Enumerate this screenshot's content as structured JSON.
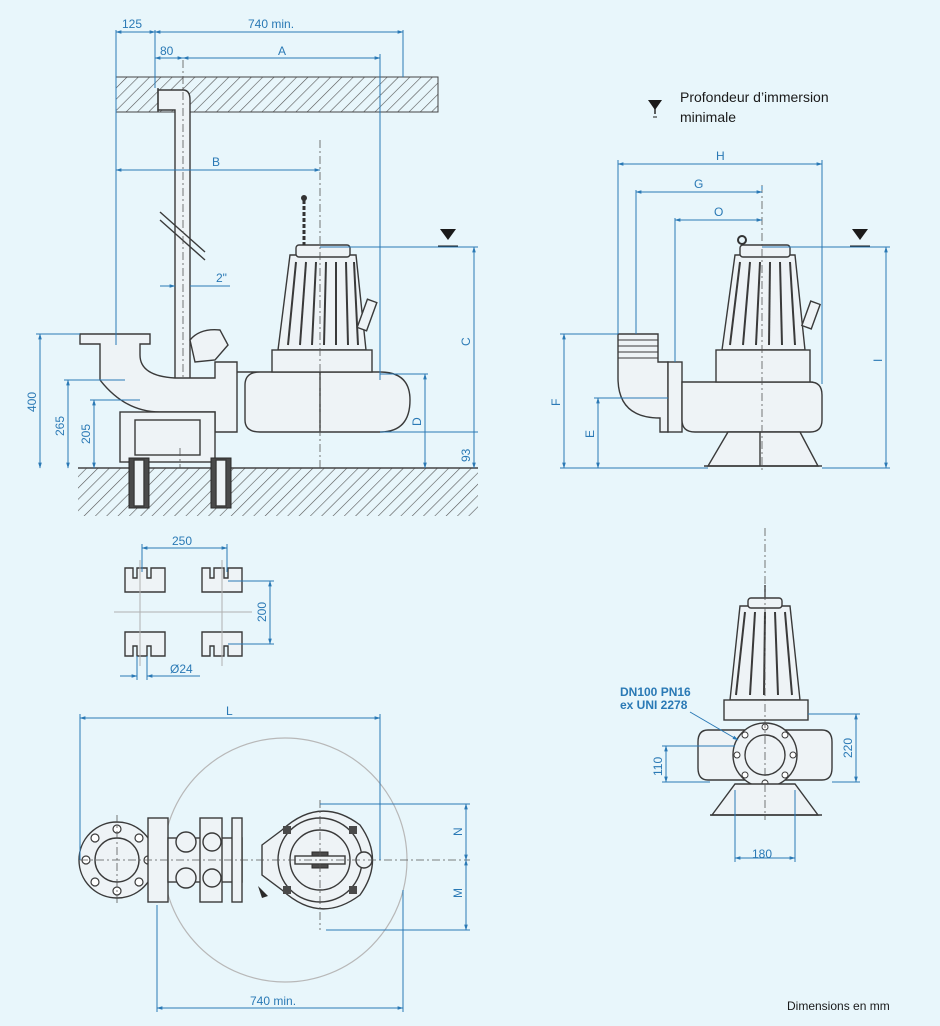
{
  "legend": {
    "symbol": "water-level-symbol",
    "text_line1": "Profondeur d’immersion",
    "text_line2": "minimale"
  },
  "side_view": {
    "dim_125": "125",
    "dim_740_top": "740 min.",
    "dim_80": "80",
    "dim_A": "A",
    "dim_B": "B",
    "dim_2in": "2\"",
    "dim_C": "C",
    "dim_D": "D",
    "dim_400": "400",
    "dim_265": "265",
    "dim_205": "205",
    "dim_93": "93"
  },
  "front_view": {
    "dim_H": "H",
    "dim_G": "G",
    "dim_O": "O",
    "dim_I": "I",
    "dim_F": "F",
    "dim_E": "E"
  },
  "anchor_plan": {
    "dim_250": "250",
    "dim_200": "200",
    "dim_24": "Ø24"
  },
  "top_view": {
    "dim_L": "L",
    "dim_N": "N",
    "dim_M": "M",
    "dim_740_bottom": "740 min."
  },
  "freestanding_view": {
    "flange_line1": "DN100 PN16",
    "flange_line2": "ex UNI 2278",
    "dim_220": "220",
    "dim_110": "110",
    "dim_180": "180"
  },
  "footer": {
    "units": "Dimensions en mm"
  }
}
